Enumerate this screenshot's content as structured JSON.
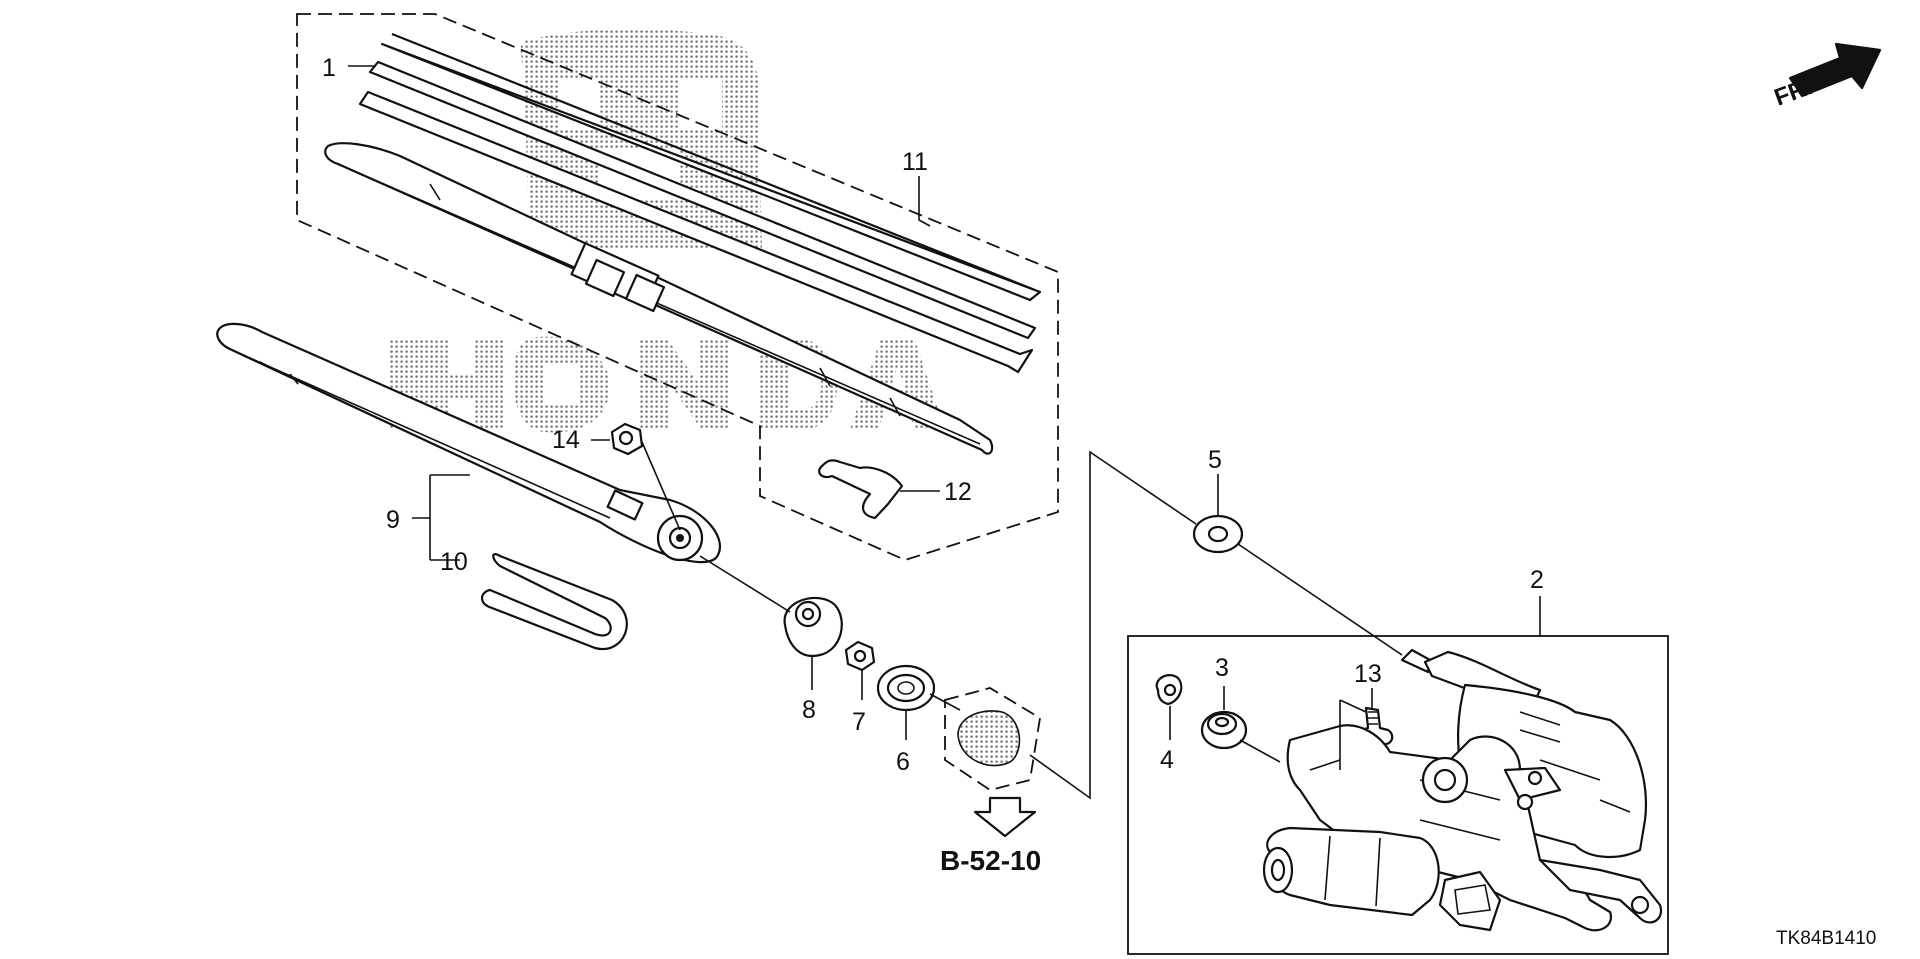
{
  "callouts": [
    {
      "id": "1",
      "text": "1"
    },
    {
      "id": "2",
      "text": "2"
    },
    {
      "id": "3",
      "text": "3"
    },
    {
      "id": "4",
      "text": "4"
    },
    {
      "id": "5",
      "text": "5"
    },
    {
      "id": "6",
      "text": "6"
    },
    {
      "id": "7",
      "text": "7"
    },
    {
      "id": "8",
      "text": "8"
    },
    {
      "id": "9",
      "text": "9"
    },
    {
      "id": "10",
      "text": "10"
    },
    {
      "id": "11",
      "text": "11"
    },
    {
      "id": "12",
      "text": "12"
    },
    {
      "id": "13",
      "text": "13"
    },
    {
      "id": "14",
      "text": "14"
    }
  ],
  "reference": "B-52-10",
  "direction_label": "FR.",
  "diagram_code": "TK84B1410",
  "watermark_brand": "HONDA"
}
